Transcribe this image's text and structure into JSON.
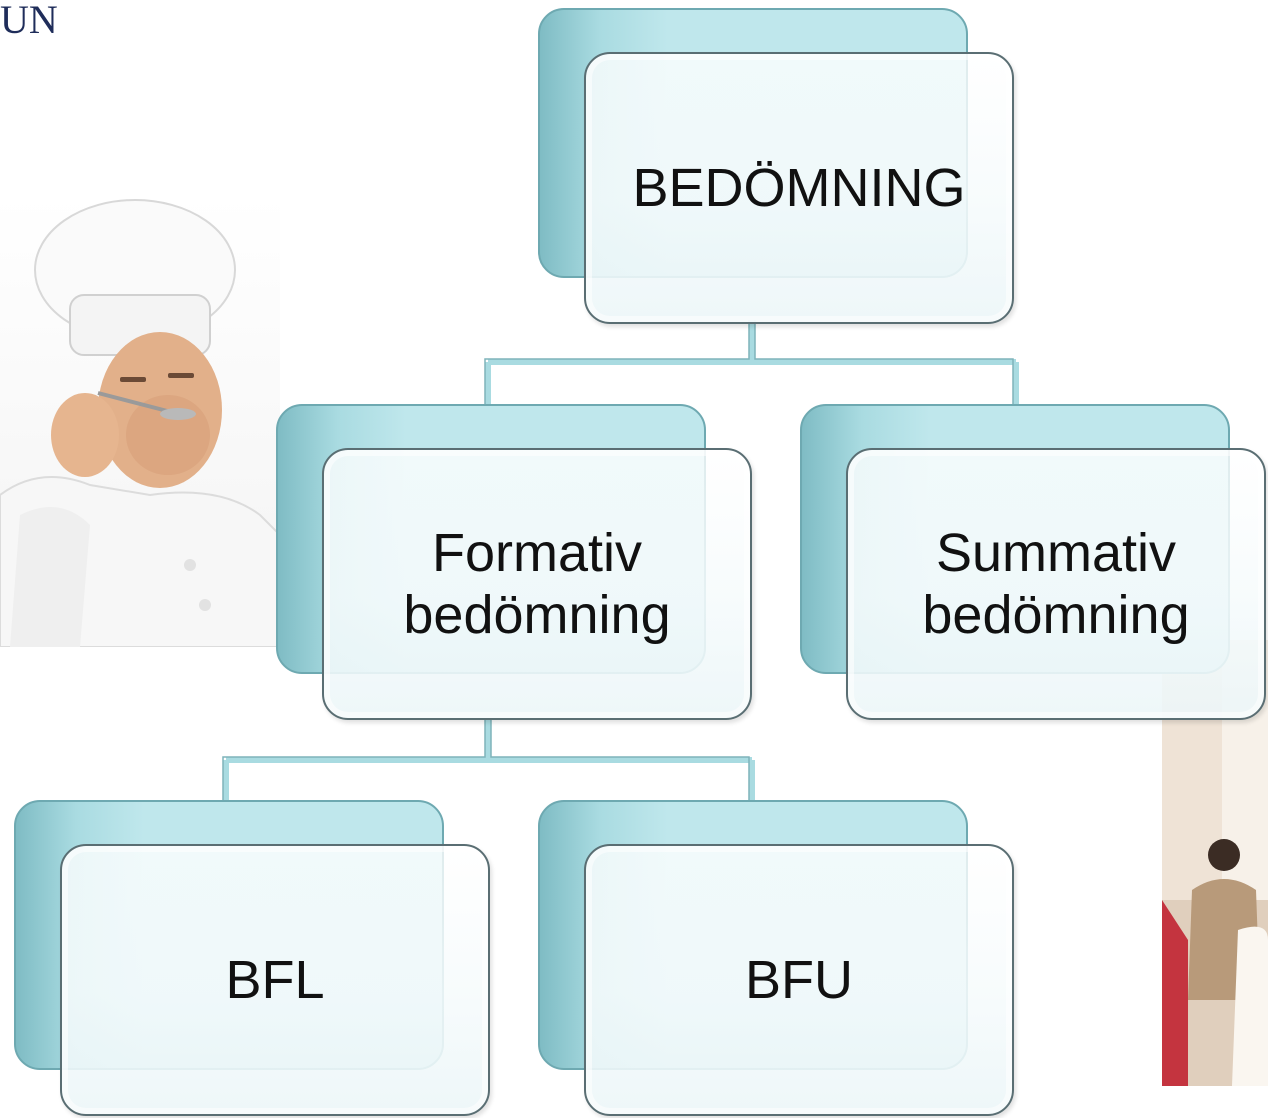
{
  "corner_text": "UN",
  "diagram": {
    "root": {
      "label": "BEDÖMNING"
    },
    "level2": [
      {
        "label": "Formativ bedömning"
      },
      {
        "label": "Summativ bedömning"
      }
    ],
    "level3": [
      {
        "label": "BFL"
      },
      {
        "label": "BFU"
      }
    ]
  },
  "colors": {
    "back_box": "#bfe7ec",
    "connector": "#a9dbe1",
    "front_border": "#5a6e73"
  }
}
